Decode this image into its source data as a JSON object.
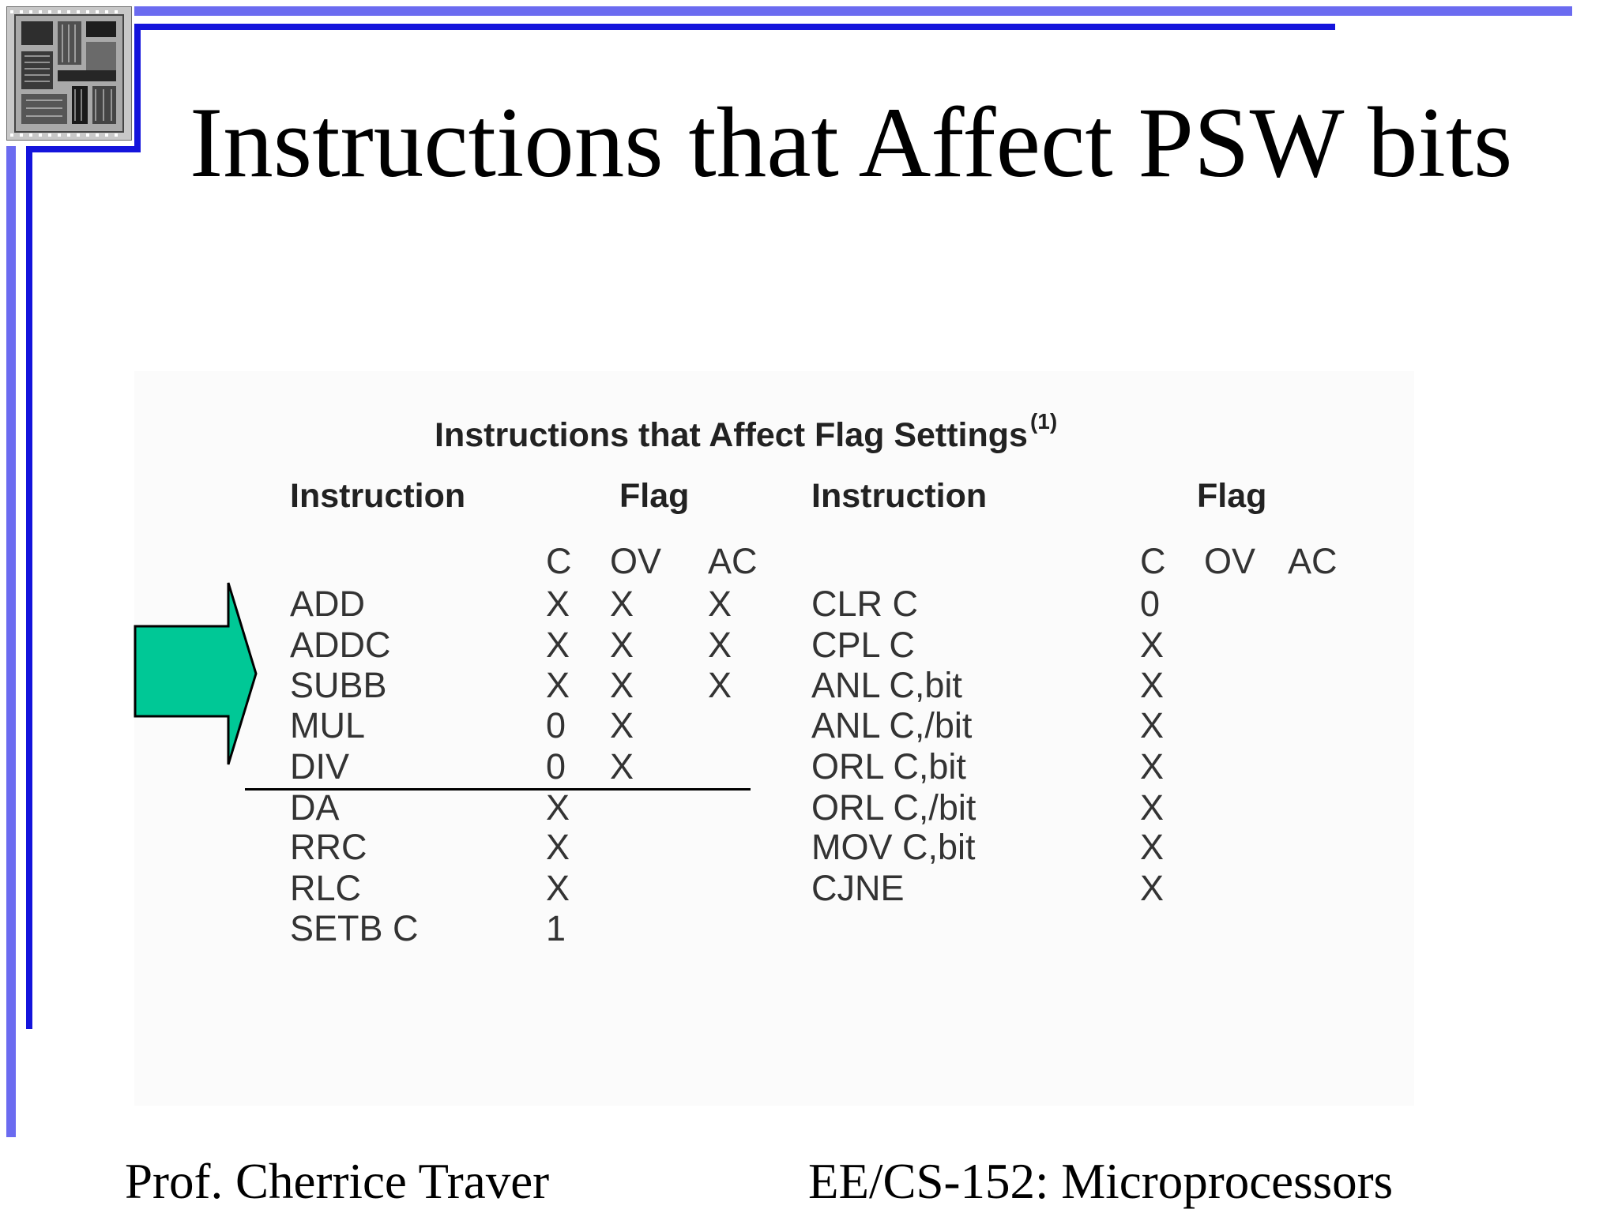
{
  "slide": {
    "title": "Instructions that Affect PSW bits",
    "footer_left": "Prof. Cherrice Traver",
    "footer_right": "EE/CS-152: Microprocessors"
  },
  "table": {
    "caption": "Instructions that Affect Flag Settings",
    "caption_note": "(1)",
    "left": {
      "instruction_header": "Instruction",
      "flag_header": "Flag",
      "subheaders": [
        "C",
        "OV",
        "AC"
      ],
      "rows": [
        {
          "instruction": "ADD",
          "c": "X",
          "ov": "X",
          "ac": "X"
        },
        {
          "instruction": "ADDC",
          "c": "X",
          "ov": "X",
          "ac": "X"
        },
        {
          "instruction": "SUBB",
          "c": "X",
          "ov": "X",
          "ac": "X"
        },
        {
          "instruction": "MUL",
          "c": "0",
          "ov": "X",
          "ac": ""
        },
        {
          "instruction": "DIV",
          "c": "0",
          "ov": "X",
          "ac": ""
        },
        {
          "instruction": "DA",
          "c": "X",
          "ov": "",
          "ac": ""
        },
        {
          "instruction": "RRC",
          "c": "X",
          "ov": "",
          "ac": ""
        },
        {
          "instruction": "RLC",
          "c": "X",
          "ov": "",
          "ac": ""
        },
        {
          "instruction": "SETB C",
          "c": "1",
          "ov": "",
          "ac": ""
        }
      ]
    },
    "right": {
      "instruction_header": "Instruction",
      "flag_header": "Flag",
      "subheaders": [
        "C",
        "OV",
        "AC"
      ],
      "rows": [
        {
          "instruction": "CLR C",
          "c": "0"
        },
        {
          "instruction": "CPL C",
          "c": "X"
        },
        {
          "instruction": "ANL C,bit",
          "c": "X"
        },
        {
          "instruction": "ANL C,/bit",
          "c": "X"
        },
        {
          "instruction": "ORL C,bit",
          "c": "X"
        },
        {
          "instruction": "ORL C,/bit",
          "c": "X"
        },
        {
          "instruction": "MOV C,bit",
          "c": "X"
        },
        {
          "instruction": "CJNE",
          "c": "X"
        }
      ]
    }
  },
  "colors": {
    "frame_light": "#6b6bf0",
    "frame_dark": "#1414dc",
    "arrow": "#00c896"
  },
  "icons": {
    "corner_image": "microchip-die-photo",
    "pointer": "right-arrow"
  }
}
